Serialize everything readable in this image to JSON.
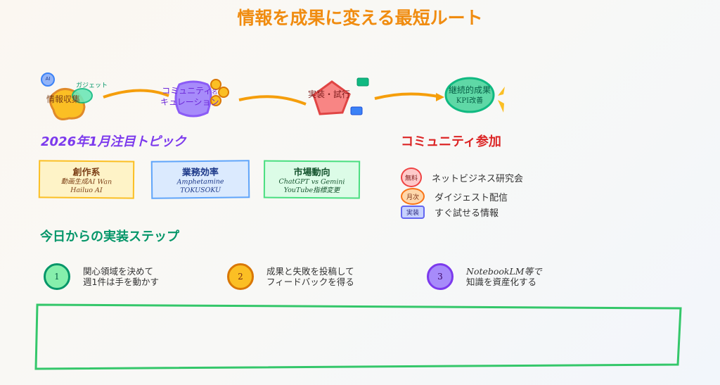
{
  "title": "情報を成果に変える最短ルート",
  "flow": {
    "ai_badge": "AI",
    "gadget": "ガジェット",
    "collect": "情報収集",
    "curation_line1": "コミュニティ",
    "curation_line2": "キュレーション",
    "community_name": "名",
    "implement": "実装・試行",
    "result_line1": "継続的成果",
    "result_line2": "KPI改善"
  },
  "topics": {
    "heading": "2026年1月注目トピック",
    "cards": [
      {
        "title": "創作系",
        "line1": "動画生成AI Wan",
        "line2": "Hailuo AI"
      },
      {
        "title": "業務効率",
        "line1": "Amphetamine",
        "line2": "TOKUSOKU"
      },
      {
        "title": "市場動向",
        "line1": "ChatGPT vs Gemini",
        "line2": "YouTube指標変更"
      }
    ]
  },
  "community": {
    "heading": "コミュニティ参加",
    "items": [
      {
        "badge": "無料",
        "text": "ネットビジネス研究会"
      },
      {
        "badge": "月次",
        "text": "ダイジェスト配信"
      },
      {
        "badge": "実装",
        "text": "すぐ試せる情報"
      }
    ]
  },
  "steps": {
    "heading": "今日からの実装ステップ",
    "items": [
      {
        "num": "1",
        "line1": "関心領域を決めて",
        "line2": "週1件は手を動かす"
      },
      {
        "num": "2",
        "line1": "成果と失敗を投稿して",
        "line2": "フィードバックを得る"
      },
      {
        "num": "3",
        "line1": "NotebookLM等で",
        "line2": "知識を資産化する"
      }
    ]
  },
  "colors": {
    "title": "#f08c10",
    "purple": "#7c3aed",
    "red": "#dc2626",
    "green": "#059669"
  }
}
